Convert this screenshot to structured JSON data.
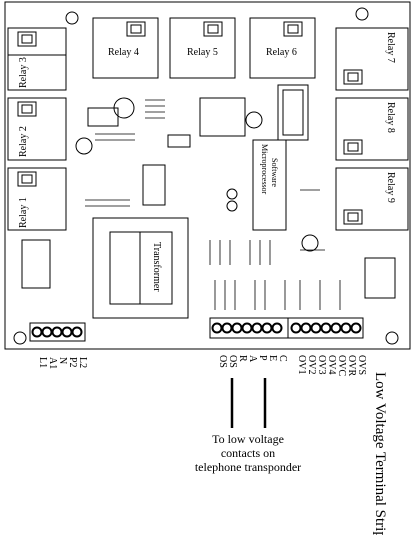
{
  "relays": {
    "r1": "Relay 1",
    "r2": "Relay 2",
    "r3": "Relay 3",
    "r4": "Relay 4",
    "r5": "Relay 5",
    "r6": "Relay 6",
    "r7": "Relay 7",
    "r8": "Relay 8",
    "r9": "Relay 9"
  },
  "transformer": "Transformer",
  "microprocessor": {
    "line1": "Microprocessor",
    "line2": "Software"
  },
  "left_terminals": [
    "L1",
    "A1",
    "N",
    "P2",
    "L2"
  ],
  "mid_terminals": [
    "OS",
    "OS",
    "R",
    "A",
    "P",
    "E",
    "C"
  ],
  "right_terminals": [
    "OV1",
    "OV2",
    "OV3",
    "OV4",
    "OVC",
    "OVR",
    "OVS"
  ],
  "transponder_note": {
    "line1": "To low voltage",
    "line2": "contacts on",
    "line3": "telephone transponder"
  },
  "strip_title": "Low Voltage Terminal Strip"
}
